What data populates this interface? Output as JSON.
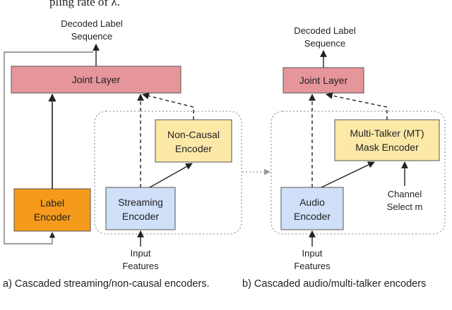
{
  "top_fragment": "pling rate of λ.",
  "colors": {
    "joint": "#e6959b",
    "label_encoder": "#f59a1a",
    "encoder_blue": "#cfe0f8",
    "encoder_yellow": "#fce9a8",
    "border": "#333333",
    "dotted": "#9a9a9a"
  },
  "left": {
    "output": [
      "Decoded Label",
      "Sequence"
    ],
    "joint_layer": "Joint Layer",
    "label_encoder": [
      "Label",
      "Encoder"
    ],
    "streaming_encoder": [
      "Streaming",
      "Encoder"
    ],
    "non_causal_encoder": [
      "Non-Causal",
      "Encoder"
    ],
    "input": [
      "Input",
      "Features"
    ],
    "caption": "a) Cascaded streaming/non-causal encoders."
  },
  "right": {
    "output": [
      "Decoded Label",
      "Sequence"
    ],
    "joint_layer": "Joint Layer",
    "audio_encoder": [
      "Audio",
      "Encoder"
    ],
    "mt_encoder": [
      "Multi-Talker (MT)",
      "Mask Encoder"
    ],
    "channel_select": [
      "Channel",
      "Select m"
    ],
    "input": [
      "Input",
      "Features"
    ],
    "caption": "b) Cascaded audio/multi-talker encoders"
  }
}
